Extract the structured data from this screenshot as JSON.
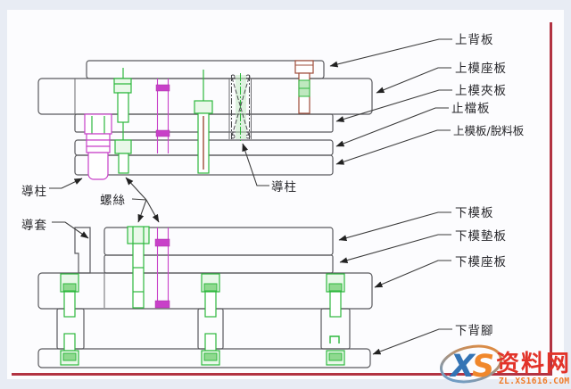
{
  "diagram": {
    "labels": {
      "upper_back_plate": "上背板",
      "upper_die_seat_plate": "上模座板",
      "upper_clamp_plate": "上模夾板",
      "stop_plate": "止檔板",
      "upper_stripper_plate": "上模板/脫料板",
      "guide_pillar_left": "導柱",
      "screw": "螺絲",
      "guide_pillar_center": "導柱",
      "guide_sleeve": "導套",
      "lower_die_plate": "下模板",
      "lower_pad_plate": "下模墊板",
      "lower_die_seat_plate": "下模座板",
      "lower_back_foot": "下背腳"
    },
    "colors": {
      "outline": "#5a5a5e",
      "screw_green": "#2db83d",
      "pin_magenta": "#c840c8",
      "screw_brown": "#9e4b38",
      "frame_red": "#b23342",
      "label_text": "#26262a",
      "canvas": "#fcfcfe",
      "page_background": "#e8ecf4"
    }
  },
  "watermark": {
    "logo_x": "X",
    "logo_s": "S",
    "site_name": "资料网",
    "site_url": "ZL.XS1616.COM",
    "colors": {
      "blue": "#3474b5",
      "orange": "#f0872b",
      "red": "#e23329"
    }
  }
}
